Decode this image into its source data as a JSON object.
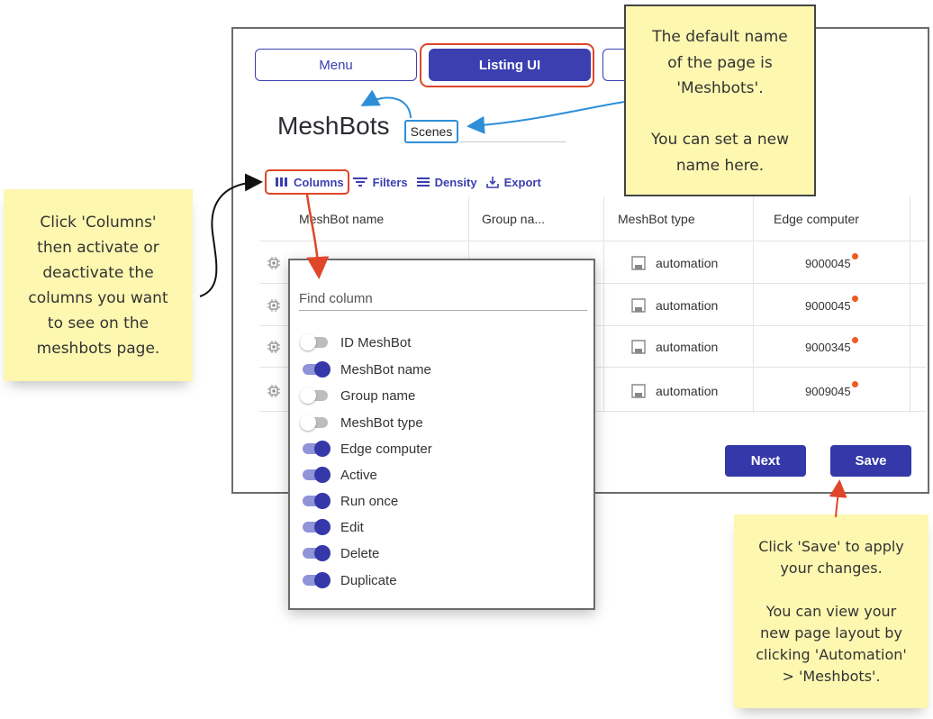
{
  "tabs": [
    {
      "label": "Menu"
    },
    {
      "label": "Listing UI",
      "active": true
    },
    {
      "label": ""
    }
  ],
  "page": {
    "title": "MeshBots",
    "name_input_value": "Scenes"
  },
  "toolbar": {
    "columns": "Columns",
    "filters": "Filters",
    "density": "Density",
    "export": "Export"
  },
  "table": {
    "headers": [
      "MeshBot name",
      "Group na...",
      "MeshBot type",
      "Edge computer"
    ],
    "rows": [
      {
        "type": "automation",
        "edge": "9000045"
      },
      {
        "type": "automation",
        "edge": "9000045"
      },
      {
        "type": "automation",
        "edge": "9000345"
      },
      {
        "type": "automation",
        "edge": "9009045"
      }
    ]
  },
  "buttons": {
    "next": "Next",
    "save": "Save"
  },
  "columns_popup": {
    "placeholder": "Find column",
    "items": [
      {
        "label": "ID MeshBot",
        "on": false
      },
      {
        "label": "MeshBot name",
        "on": true
      },
      {
        "label": "Group name",
        "on": false
      },
      {
        "label": "MeshBot type",
        "on": false
      },
      {
        "label": "Edge computer",
        "on": true
      },
      {
        "label": "Active",
        "on": true
      },
      {
        "label": "Run once",
        "on": true
      },
      {
        "label": "Edit",
        "on": true
      },
      {
        "label": "Delete",
        "on": true
      },
      {
        "label": "Duplicate",
        "on": true
      }
    ]
  },
  "notes": {
    "left": "Click 'Columns'\nthen activate or\ndeactivate the\ncolumns you want\nto see on the\nmeshbots page.",
    "top": "The default name\nof the page is\n'Meshbots'.\n\nYou can set a new\nname here.",
    "bottom": "Click 'Save' to apply\nyour changes.\n\nYou can view your\nnew page layout by\nclicking 'Automation'\n> 'Meshbots'."
  },
  "colors": {
    "accent": "#3438a8",
    "highlight": "#e0462a",
    "callout_arrow": "#2e8fd8",
    "sticky": "#fdf7b0",
    "status_dot": "#f05a22"
  }
}
